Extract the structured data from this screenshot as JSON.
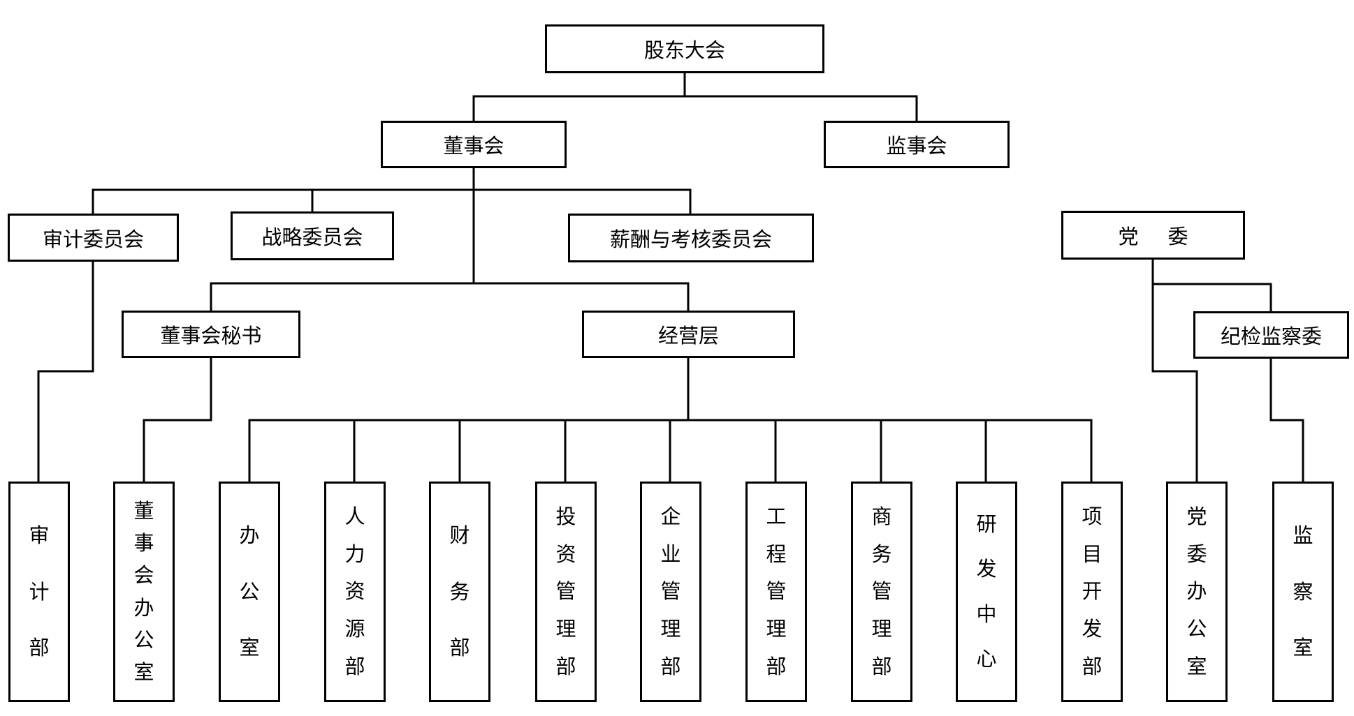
{
  "top": {
    "shareholders": "股东大会",
    "board": "董事会",
    "supervisory": "监事会"
  },
  "committees": {
    "audit": "审计委员会",
    "strategy": "战略委员会",
    "compensation": "薪酬与考核委员会"
  },
  "party": {
    "committee": "党委",
    "discipline": "纪检监察委"
  },
  "mid": {
    "secretary": "董事会秘书",
    "management": "经营层"
  },
  "departments": [
    "审计部",
    "董事会办公室",
    "办公室",
    "人力资源部",
    "财务部",
    "投资管理部",
    "企业管理部",
    "工程管理部",
    "商务管理部",
    "研发中心",
    "项目开发部",
    "党委办公室",
    "监察室"
  ]
}
